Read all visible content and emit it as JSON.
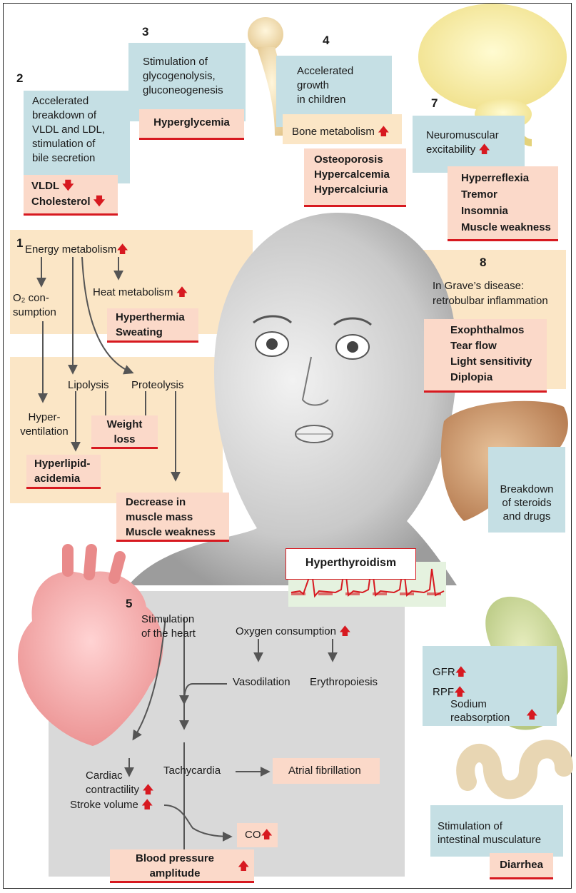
{
  "title": "Hyperthyroidism",
  "colors": {
    "arrow_up": "#d71920",
    "arrow_down": "#d71920",
    "info_box": "#c5dfe4",
    "effect_box": "#fbd9c9",
    "energy_panel": "#fbe6c6",
    "heart_panel": "#d9d9d9"
  },
  "s1": {
    "number": "1",
    "energy": "Energy metabolism",
    "o2": "O₂ con-\nsumption",
    "heat": "Heat metabolism",
    "hyperthermia": "Hyperthermia\nSweating",
    "lipolysis": "Lipolysis",
    "proteolysis": "Proteolysis",
    "hyperventilation": "Hyper-\nventilation",
    "weightloss": "Weight\nloss",
    "hyperlipid": "Hyperlipid-\nacidemia",
    "muscle": "Decrease in\nmuscle mass\nMuscle weakness"
  },
  "s2": {
    "number": "2",
    "info": "Accelerated\nbreakdown of\nVLDL and LDL,\nstimulation of\nbile secretion",
    "vldl": "VLDL",
    "chol": "Cholesterol"
  },
  "s3": {
    "number": "3",
    "info": "Stimulation of\nglycogenolysis,\ngluconeogenesis",
    "effect": "Hyperglycemia"
  },
  "s4": {
    "number": "4",
    "info": "Accelerated\ngrowth\nin children",
    "bone": "Bone metabolism",
    "effect": "Osteoporosis\nHypercalcemia\nHypercalciuria"
  },
  "s7": {
    "number": "7",
    "info": "Neuromuscular\nexcitability",
    "effect": "Hyperreflexia\nTremor\nInsomnia\nMuscle weakness"
  },
  "s8": {
    "number": "8",
    "info": "In Grave’s disease:\nretrobulbar inflammation",
    "effect": "Exophthalmos\nTear flow\nLight sensitivity\nDiplopia"
  },
  "liver": {
    "info": "Breakdown\nof steroids\nand drugs"
  },
  "s5": {
    "number": "5",
    "stim": "Stimulation\nof the heart",
    "oxygen": "Oxygen consumption",
    "vasodilation": "Vasodilation",
    "erythropoiesis": "Erythropoiesis",
    "cardiac": "Cardiac\ncontractility",
    "tachycardia": "Tachycardia",
    "afib": "Atrial fibrillation",
    "stroke": "Stroke volume",
    "co": "CO",
    "bp": "Blood pressure\namplitude"
  },
  "kidney": {
    "gfr": "GFR",
    "rpf": "RPF",
    "sodium": "Sodium\nreabsorption"
  },
  "intestine": {
    "info": "Stimulation of\nintestinal musculature",
    "effect": "Diarrhea"
  }
}
